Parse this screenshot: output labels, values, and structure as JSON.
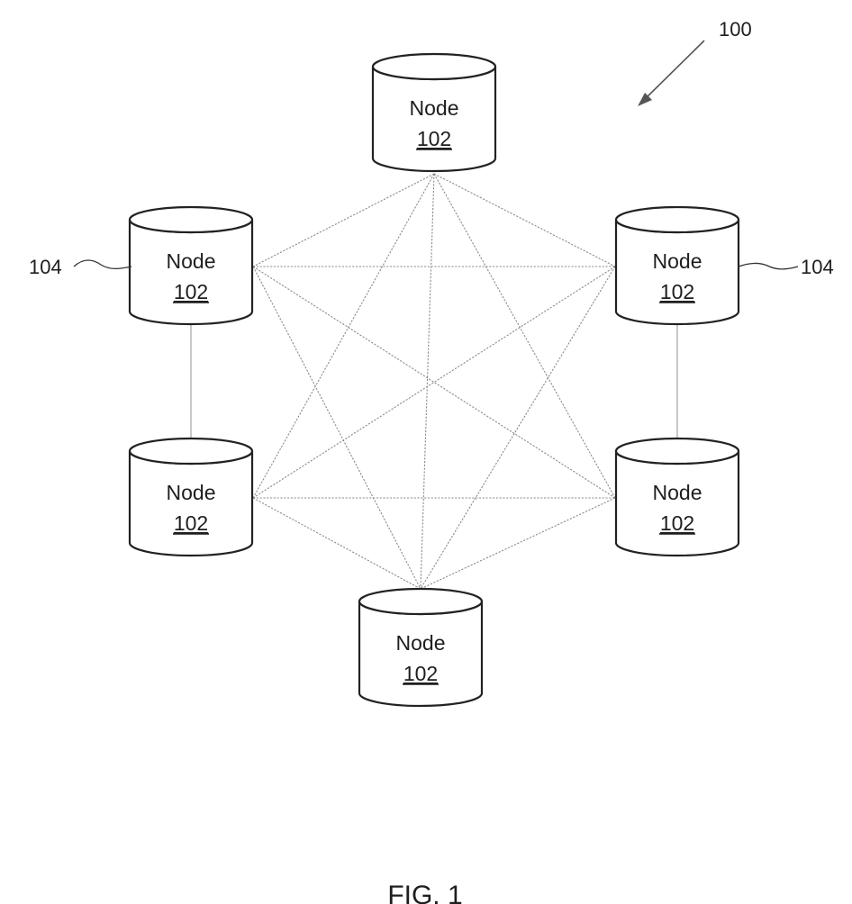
{
  "figure": {
    "reference_number": "100",
    "caption": "FIG. 1"
  },
  "nodes": [
    {
      "id": "top",
      "label": "Node",
      "number": "102"
    },
    {
      "id": "upper-left",
      "label": "Node",
      "number": "102"
    },
    {
      "id": "upper-right",
      "label": "Node",
      "number": "102"
    },
    {
      "id": "lower-left",
      "label": "Node",
      "number": "102"
    },
    {
      "id": "lower-right",
      "label": "Node",
      "number": "102"
    },
    {
      "id": "bottom",
      "label": "Node",
      "number": "102"
    }
  ],
  "callouts": {
    "left": "104",
    "right": "104"
  },
  "edges": [
    [
      "top",
      "upper-left"
    ],
    [
      "top",
      "upper-right"
    ],
    [
      "top",
      "lower-left"
    ],
    [
      "top",
      "lower-right"
    ],
    [
      "top",
      "bottom"
    ],
    [
      "upper-left",
      "upper-right"
    ],
    [
      "upper-left",
      "lower-right"
    ],
    [
      "upper-left",
      "bottom"
    ],
    [
      "upper-right",
      "lower-left"
    ],
    [
      "upper-right",
      "bottom"
    ],
    [
      "lower-left",
      "lower-right"
    ],
    [
      "lower-left",
      "bottom"
    ],
    [
      "lower-right",
      "bottom"
    ],
    [
      "upper-left",
      "lower-left",
      "solid"
    ],
    [
      "upper-right",
      "lower-right",
      "solid"
    ]
  ]
}
